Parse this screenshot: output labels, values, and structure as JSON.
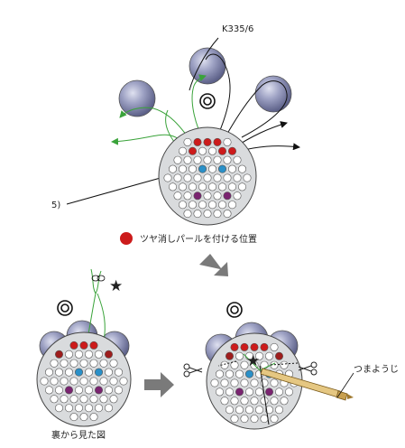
{
  "labels": {
    "thread_code": "K335/6",
    "step_number": "5)",
    "legend_text": "ツヤ消しパールを付ける位置",
    "back_view": "裏から見た図",
    "toothpick": "つまようじ",
    "double_circle": "◎",
    "star": "★"
  },
  "colors": {
    "red_pearl": "#cc1b1b",
    "dark_red_bead": "#9e1d1d",
    "blue_bead": "#2a90c8",
    "purple_bead": "#7a2470",
    "disc_fill": "#d9dbdd",
    "big_ball": "#7f83a8",
    "green_thread": "#3aa33a",
    "arrow_gray": "#7a7a7a"
  }
}
